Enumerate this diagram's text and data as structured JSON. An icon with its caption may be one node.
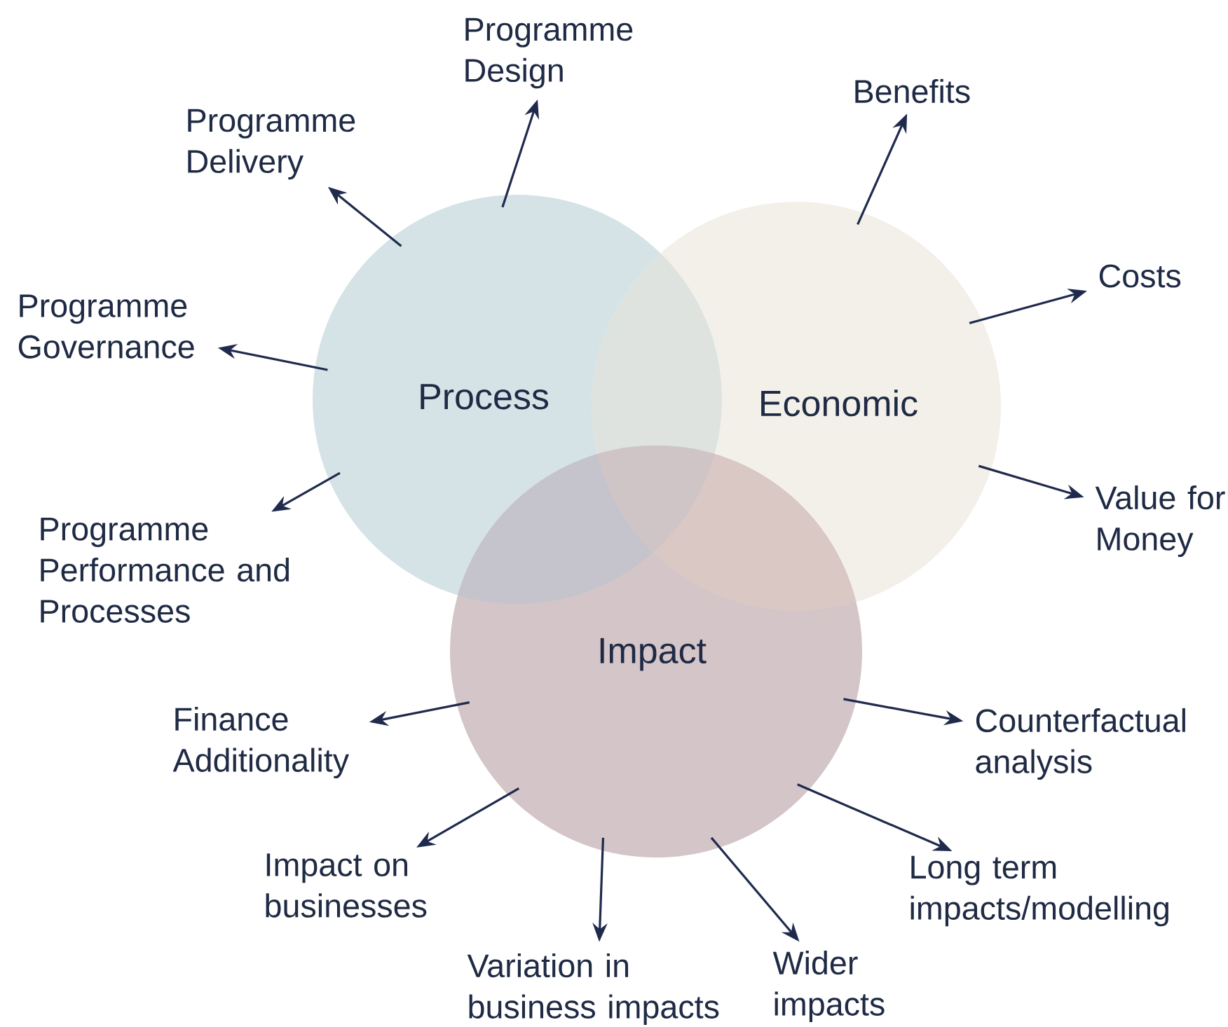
{
  "diagram": {
    "nodes": [
      {
        "text": [
          "Process"
        ]
      },
      {
        "text": [
          "Economic"
        ]
      },
      {
        "text": [
          "Impact"
        ]
      },
      {
        "text": [
          "Programme Design"
        ]
      },
      {
        "text": [
          "Programme Delivery"
        ]
      },
      {
        "text": [
          "Programme Governance"
        ]
      },
      {
        "text": [
          "Programme Performance and Processes"
        ]
      },
      {
        "text": [
          "Benefits"
        ]
      },
      {
        "text": [
          "Costs"
        ]
      },
      {
        "text": [
          "Value for Money"
        ]
      },
      {
        "text": [
          "Counterfactual analysis"
        ]
      },
      {
        "text": [
          "Long term impacts/modelling"
        ]
      },
      {
        "text": [
          "Wider impacts"
        ]
      },
      {
        "text": [
          "Variation in business impacts"
        ]
      },
      {
        "text": [
          "Impact on businesses"
        ]
      },
      {
        "text": [
          "Finance Additionality"
        ]
      }
    ],
    "edges": [
      {
        "from": 0,
        "to": 3,
        "arrow": "to"
      },
      {
        "from": 0,
        "to": 4,
        "arrow": "to"
      },
      {
        "from": 0,
        "to": 5,
        "arrow": "to"
      },
      {
        "from": 0,
        "to": 6,
        "arrow": "to"
      },
      {
        "from": 1,
        "to": 7,
        "arrow": "to"
      },
      {
        "from": 1,
        "to": 8,
        "arrow": "to"
      },
      {
        "from": 1,
        "to": 9,
        "arrow": "to"
      },
      {
        "from": 2,
        "to": 10,
        "arrow": "to"
      },
      {
        "from": 2,
        "to": 11,
        "arrow": "to"
      },
      {
        "from": 2,
        "to": 12,
        "arrow": "to"
      },
      {
        "from": 2,
        "to": 13,
        "arrow": "to"
      },
      {
        "from": 2,
        "to": 14,
        "arrow": "to"
      },
      {
        "from": 2,
        "to": 15,
        "arrow": "to"
      }
    ]
  }
}
